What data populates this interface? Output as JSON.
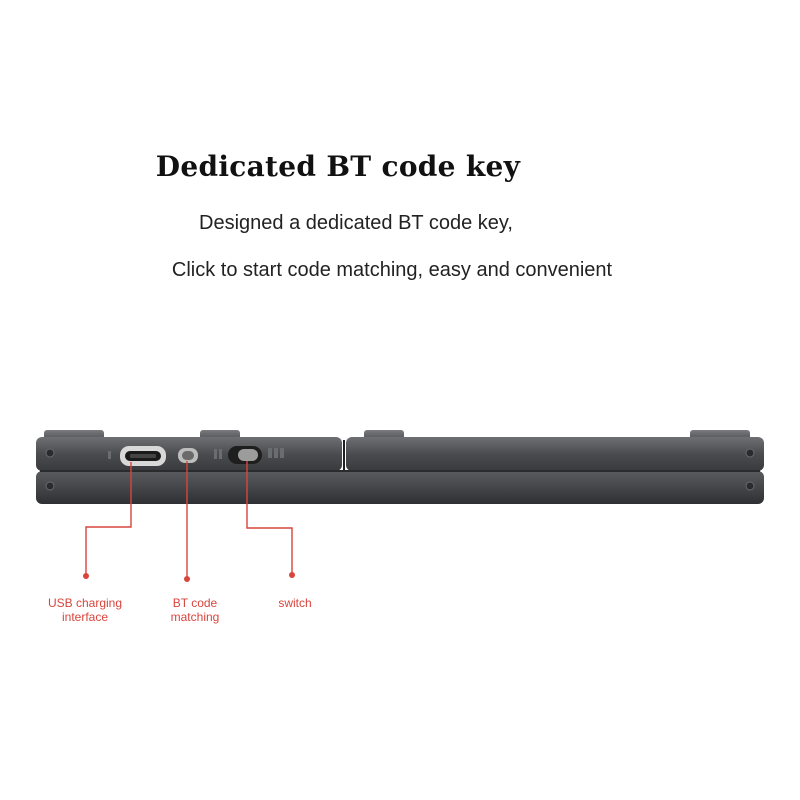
{
  "heading": "Dedicated BT code key",
  "description": {
    "line1": "Designed a dedicated BT code key,",
    "line2": "Click to start code matching, easy and convenient"
  },
  "callouts": {
    "usb": {
      "line1": "USB charging",
      "line2": "interface"
    },
    "bt": {
      "line1": "BT code",
      "line2": "matching"
    },
    "switch": {
      "line1": "switch"
    }
  },
  "colors": {
    "callout": "#d8453c",
    "device_body": "#4a4b4f",
    "background": "#ffffff"
  }
}
